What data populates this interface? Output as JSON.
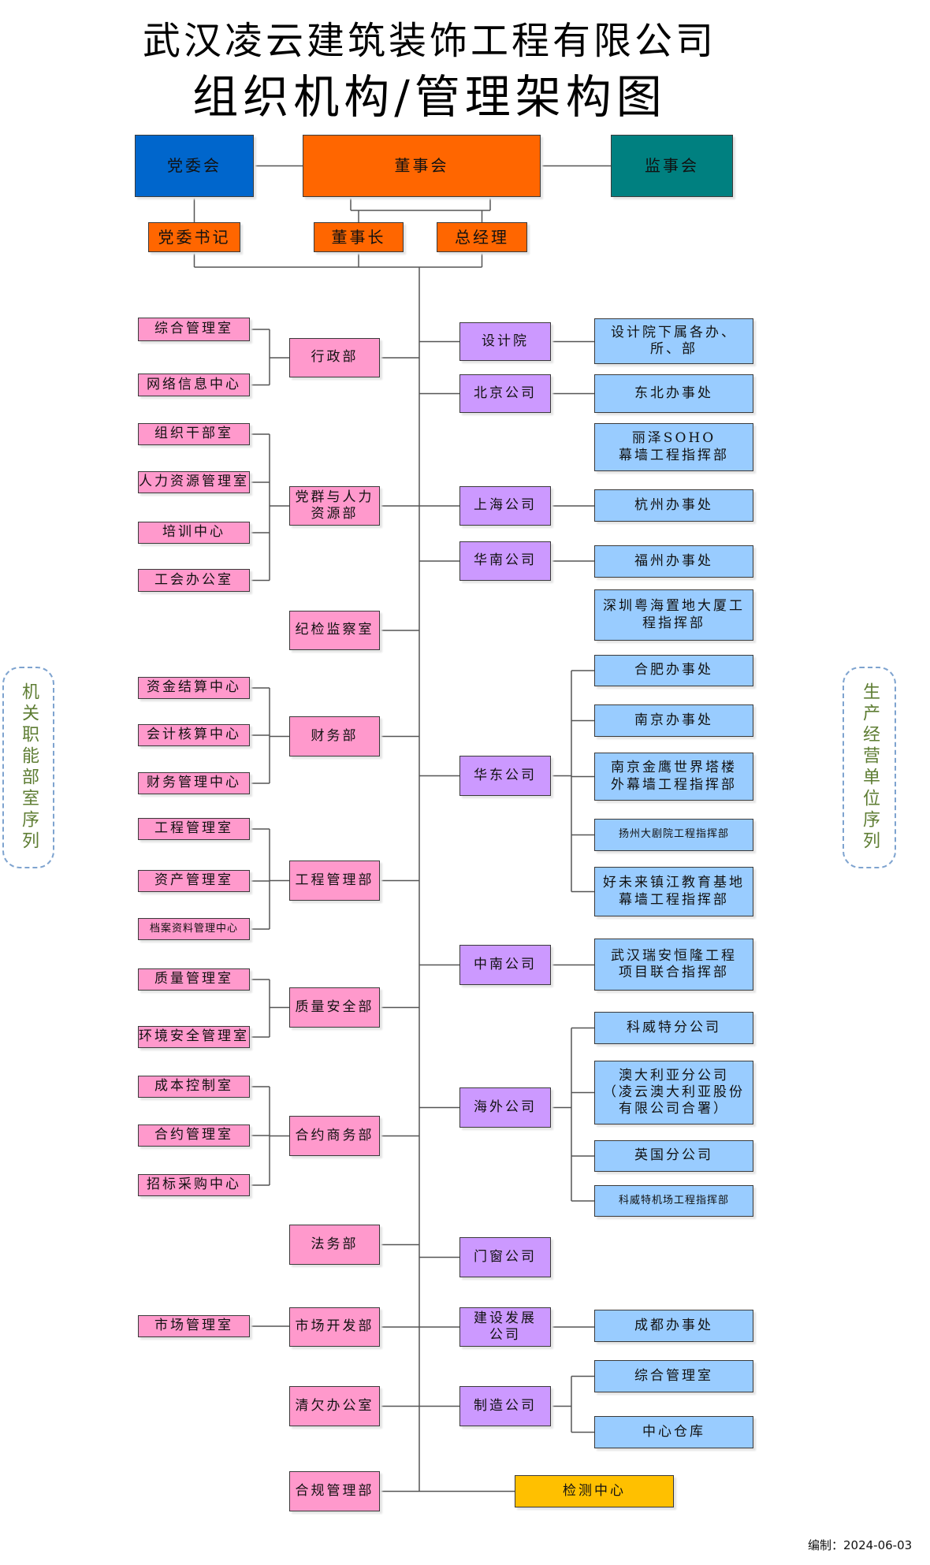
{
  "title": {
    "line1": "武汉凌云建筑装饰工程有限公司",
    "line2": "组织机构/管理架构图"
  },
  "top": {
    "party_committee": "党委会",
    "board": "董事会",
    "supervisory": "监事会",
    "party_secretary": "党委书记",
    "chairman": "董事长",
    "general_manager": "总经理"
  },
  "side_labels": {
    "left": "机关职能部室序列",
    "right": "生产经营单位序列"
  },
  "left_units": [
    {
      "name": "行政部",
      "subs": [
        "综合管理室",
        "网络信息中心"
      ]
    },
    {
      "name": "党群与人力\n资源部",
      "subs": [
        "组织干部室",
        "人力资源管理室",
        "培训中心",
        "工会办公室"
      ]
    },
    {
      "name": "纪检监察室",
      "subs": []
    },
    {
      "name": "财务部",
      "subs": [
        "资金结算中心",
        "会计核算中心",
        "财务管理中心"
      ]
    },
    {
      "name": "工程管理部",
      "subs": [
        "工程管理室",
        "资产管理室",
        "档案资料管理中心"
      ]
    },
    {
      "name": "质量安全部",
      "subs": [
        "质量管理室",
        "环境安全管理室"
      ]
    },
    {
      "name": "合约商务部",
      "subs": [
        "成本控制室",
        "合约管理室",
        "招标采购中心"
      ]
    },
    {
      "name": "法务部",
      "subs": []
    },
    {
      "name": "市场开发部",
      "subs": [
        "市场管理室"
      ]
    },
    {
      "name": "清欠办公室",
      "subs": []
    },
    {
      "name": "合规管理部",
      "subs": []
    }
  ],
  "right_units": [
    {
      "name": "设计院",
      "subs": [
        "设计院下属各办、\n所、部"
      ]
    },
    {
      "name": "北京公司",
      "subs": [
        "东北办事处",
        "丽泽SOHO\n幕墙工程指挥部"
      ]
    },
    {
      "name": "上海公司",
      "subs": [
        "杭州办事处"
      ]
    },
    {
      "name": "华南公司",
      "subs": [
        "福州办事处",
        "深圳粤海置地大厦工\n程指挥部"
      ]
    },
    {
      "name": "华东公司",
      "subs": [
        "合肥办事处",
        "南京办事处",
        "南京金鹰世界塔楼\n外幕墙工程指挥部",
        "扬州大剧院工程指挥部",
        "好未来镇江教育基地\n幕墙工程指挥部"
      ]
    },
    {
      "name": "中南公司",
      "subs": [
        "武汉瑞安恒隆工程\n项目联合指挥部"
      ]
    },
    {
      "name": "海外公司",
      "subs": [
        "科威特分公司",
        "澳大利亚分公司\n（凌云澳大利亚股份\n有限公司合署）",
        "英国分公司",
        "科威特机场工程指挥部"
      ]
    },
    {
      "name": "门窗公司",
      "subs": []
    },
    {
      "name": "建设发展\n公司",
      "subs": [
        "成都办事处"
      ]
    },
    {
      "name": "制造公司",
      "subs": [
        "综合管理室",
        "中心仓库"
      ]
    },
    {
      "name": "检测中心",
      "subs": []
    }
  ],
  "footer": "编制：2024-06-03",
  "colors": {
    "pink": "#ff99cc",
    "purple": "#cc99ff",
    "blue": "#99ccff",
    "yellow": "#ffc000",
    "orange": "#ff6600",
    "royal": "#0066cc",
    "teal": "#008080"
  }
}
